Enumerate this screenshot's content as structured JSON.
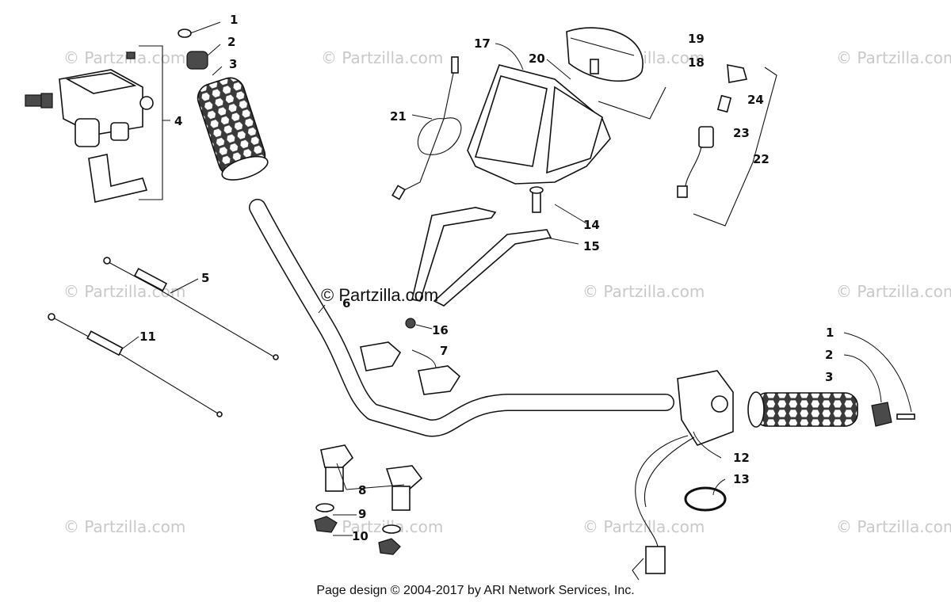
{
  "watermark": "© Partzilla.com",
  "center_watermark": "© Partzilla.com",
  "footer": "Page design © 2004-2017 by ARI Network Services, Inc.",
  "callouts": {
    "c1a": "1",
    "c2a": "2",
    "c3a": "3",
    "c4": "4",
    "c5": "5",
    "c6": "6",
    "c7": "7",
    "c8": "8",
    "c9": "9",
    "c10": "10",
    "c11": "11",
    "c12": "12",
    "c13": "13",
    "c14": "14",
    "c15": "15",
    "c16": "16",
    "c17": "17",
    "c18": "18",
    "c19": "19",
    "c20": "20",
    "c21": "21",
    "c22": "22",
    "c23": "23",
    "c24": "24",
    "c1b": "1",
    "c2b": "2",
    "c3b": "3"
  }
}
